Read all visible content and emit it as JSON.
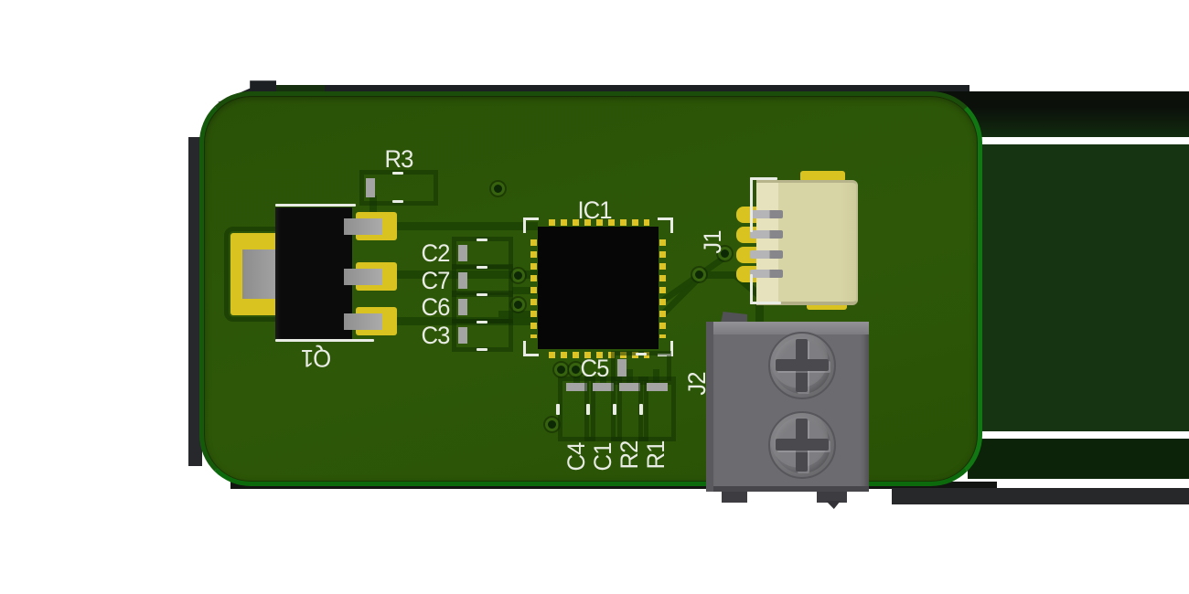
{
  "scene": {
    "description": "3D render of a small green rounded-rectangle PCB on white background with shadow and reflection bands",
    "background_color": "#ffffff",
    "shadow_color": "#1d2023",
    "reflection_color": "#163411"
  },
  "board": {
    "substrate_color": "#2b5407",
    "edge_color": "#107712",
    "pad_color": "#d9c320",
    "silkscreen_color": "#e9ece4",
    "trace_color": "#1d4404",
    "capacitor_body_color": "#2f160c",
    "resistor_body_color": "#141414",
    "ic_body_color": "#060606",
    "connector_color": "#d7d4a6",
    "terminal_block_color": "#6c6c70"
  },
  "designators": {
    "q1": "Q1",
    "r3": "R3",
    "c2": "C2",
    "c7": "C7",
    "c6": "C6",
    "c3": "C3",
    "ic1": "IC1",
    "c5": "C5",
    "c4": "C4",
    "c1": "C1",
    "r2": "R2",
    "r1": "R1",
    "j1": "J1",
    "j2": "J2"
  }
}
